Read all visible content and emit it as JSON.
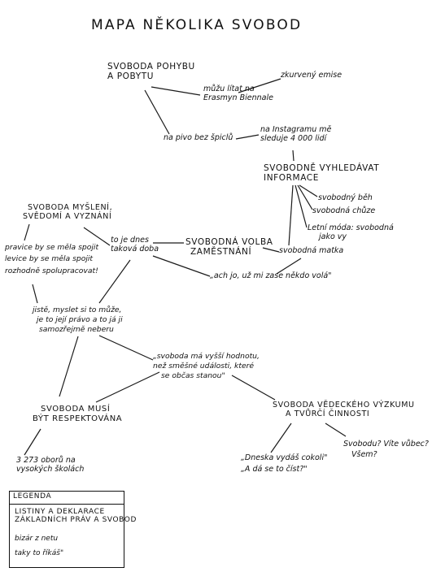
{
  "title": "MAPA NĚKOLIKA SVOBOD",
  "nodes": {
    "pohybu": [
      "SVOBODA POHYBU",
      "A POBYTU"
    ],
    "erasmus": [
      "můžu lítat na",
      "Erasmyn Biennale"
    ],
    "emise": [
      "zkurvený emise"
    ],
    "pivo": [
      "na pivo bez špiclů"
    ],
    "instagram": [
      "na Instagramu mě",
      "sleduje 4 000 lidí"
    ],
    "informace": [
      "SVOBODNĚ VYHLEDÁVAT",
      "INFORMACE"
    ],
    "beh": [
      "svobodný běh"
    ],
    "chuze": [
      "svobodná chůze"
    ],
    "moda": [
      "Letní móda: svobodná",
      "jako vy"
    ],
    "matka": [
      "svobodná matka"
    ],
    "volba": [
      "SVOBODNÁ VOLBA",
      "ZAMĚSTNÁNÍ"
    ],
    "dnes": [
      "to je dnes",
      "taková doba"
    ],
    "ach": [
      "„ach jo, už mi zase někdo volá\""
    ],
    "mysleni": [
      "SVOBODA MYŠLENÍ,",
      "SVĚDOMÍ A VYZNÁNÍ"
    ],
    "pravice": [
      "pravice by se měla spojit",
      "levice by se měla spojit",
      "rozhodně spolupracovat!"
    ],
    "jiste": [
      "jistě, myslet si to může,",
      "je to její právo a to já ji",
      "samozřejmě neberu"
    ],
    "hodnota": [
      "„svoboda má vyšší hodnotu,",
      "než směšné události, které",
      "se občas stanou\""
    ],
    "respekt": [
      "SVOBODA MUSÍ",
      "BÝT RESPEKTOVÁNA"
    ],
    "obory": [
      "3 273 oborů na",
      "vysokých školách"
    ],
    "vyzkum": [
      "SVOBODA VĚDECKÉHO VÝZKUMU",
      "A TVŮRČÍ ČINNOSTI"
    ],
    "vydas": [
      "„Dneska vydáš cokoli\"",
      "„A dá se to číst?\""
    ],
    "vite": [
      "Svobodu? Víte vůbec?",
      "Všem?"
    ]
  },
  "legend": {
    "header": "LEGENDA",
    "entries": [
      [
        "LISTINY A DEKLARACE",
        "ZÁKLADNÍCH PRÁV A SVOBOD"
      ],
      [
        "bizár z netu"
      ],
      [
        "taky to říkáš\""
      ]
    ]
  }
}
